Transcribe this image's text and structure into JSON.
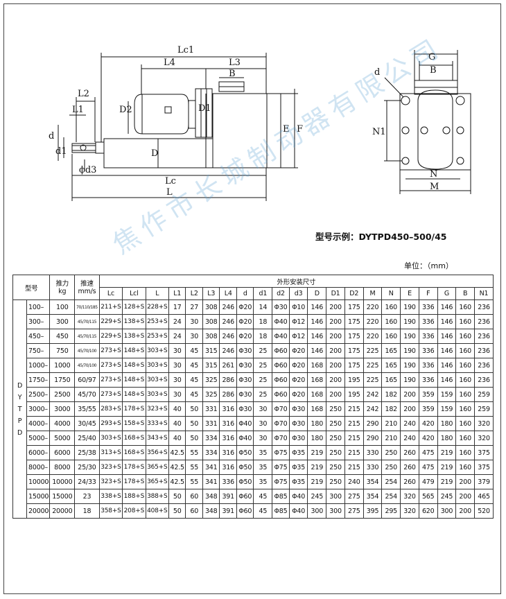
{
  "drawing_labels": {
    "lc1": "Lc1",
    "l4": "L4",
    "l3": "L3",
    "b": "B",
    "l2": "L2",
    "l1": "L1",
    "d2": "D2",
    "d1_upper": "D1",
    "d_small": "d",
    "d1_small": "d1",
    "e": "E",
    "f": "F",
    "d_upper": "D",
    "phi_d3": "ϕd3",
    "lc": "Lc",
    "l": "L",
    "g_side": "G",
    "b_side": "B",
    "d_side": "d",
    "n1_side": "N1",
    "n_side": "N",
    "m_side": "M"
  },
  "example": "型号示例：DYTPD450–500/45",
  "unit": "单位：（mm）",
  "watermark": "焦作市长城制动器有限公司",
  "table": {
    "h_model": "型号",
    "h_force": "推力kg",
    "h_speed": "推速mm/s",
    "h_group": "外形安装尺寸",
    "dims": [
      "Lc",
      "Lcl",
      "L",
      "L1",
      "L2",
      "L3",
      "L4",
      "d",
      "d1",
      "d2",
      "d3",
      "D",
      "D1",
      "D2",
      "M",
      "N",
      "E",
      "F",
      "G",
      "B",
      "N1"
    ],
    "series": "DYTPD",
    "rows": [
      {
        "model": "100–",
        "force": "100",
        "speed": "70/110/185",
        "tiny": true,
        "v": [
          "211+S",
          "128+S",
          "228+S",
          "17",
          "27",
          "308",
          "246",
          "Φ20",
          "14",
          "Φ30",
          "Φ10",
          "146",
          "200",
          "175",
          "220",
          "160",
          "190",
          "336",
          "146",
          "160",
          "236"
        ]
      },
      {
        "model": "300–",
        "force": "300",
        "speed": "45/70/115",
        "tiny": true,
        "v": [
          "229+S",
          "138+S",
          "253+S",
          "24",
          "30",
          "308",
          "246",
          "Φ20",
          "18",
          "Φ40",
          "Φ12",
          "146",
          "200",
          "175",
          "220",
          "160",
          "190",
          "336",
          "146",
          "160",
          "236"
        ]
      },
      {
        "model": "450–",
        "force": "450",
        "speed": "45/70/115",
        "tiny": true,
        "v": [
          "229+S",
          "138+S",
          "253+S",
          "24",
          "30",
          "308",
          "246",
          "Φ20",
          "18",
          "Φ40",
          "Φ12",
          "146",
          "200",
          "175",
          "220",
          "160",
          "190",
          "336",
          "146",
          "160",
          "236"
        ]
      },
      {
        "model": "750–",
        "force": "750",
        "speed": "45/70/100",
        "tiny": true,
        "v": [
          "273+S",
          "148+S",
          "303+S",
          "30",
          "45",
          "315",
          "246",
          "Φ30",
          "25",
          "Φ60",
          "Φ20",
          "146",
          "200",
          "175",
          "225",
          "165",
          "190",
          "336",
          "146",
          "160",
          "236"
        ]
      },
      {
        "model": "1000–",
        "force": "1000",
        "speed": "45/70/100",
        "tiny": true,
        "v": [
          "273+S",
          "148+S",
          "303+S",
          "30",
          "45",
          "315",
          "261",
          "Φ30",
          "25",
          "Φ60",
          "Φ20",
          "168",
          "200",
          "175",
          "225",
          "165",
          "190",
          "336",
          "146",
          "160",
          "236"
        ]
      },
      {
        "model": "1750–",
        "force": "1750",
        "speed": "60/97",
        "tiny": false,
        "v": [
          "273+S",
          "148+S",
          "303+S",
          "30",
          "45",
          "325",
          "286",
          "Φ30",
          "25",
          "Φ60",
          "Φ20",
          "168",
          "200",
          "195",
          "225",
          "165",
          "190",
          "336",
          "146",
          "160",
          "236"
        ]
      },
      {
        "model": "2500–",
        "force": "2500",
        "speed": "45/70",
        "tiny": false,
        "v": [
          "273+S",
          "148+S",
          "303+S",
          "30",
          "45",
          "325",
          "286",
          "Φ30",
          "25",
          "Φ60",
          "Φ20",
          "168",
          "200",
          "195",
          "242",
          "182",
          "200",
          "359",
          "159",
          "160",
          "259"
        ]
      },
      {
        "model": "3000–",
        "force": "3000",
        "speed": "35/55",
        "tiny": false,
        "v": [
          "283+S",
          "178+S",
          "323+S",
          "40",
          "50",
          "331",
          "316",
          "Φ30",
          "30",
          "Φ70",
          "Φ30",
          "168",
          "250",
          "215",
          "242",
          "182",
          "200",
          "359",
          "159",
          "160",
          "259"
        ]
      },
      {
        "model": "4000–",
        "force": "4000",
        "speed": "30/45",
        "tiny": false,
        "v": [
          "293+S",
          "158+S",
          "333+S",
          "40",
          "50",
          "331",
          "316",
          "Φ40",
          "30",
          "Φ70",
          "Φ30",
          "180",
          "250",
          "215",
          "290",
          "210",
          "240",
          "420",
          "180",
          "160",
          "320"
        ]
      },
      {
        "model": "5000–",
        "force": "5000",
        "speed": "25/40",
        "tiny": false,
        "v": [
          "303+S",
          "168+S",
          "343+S",
          "40",
          "50",
          "334",
          "316",
          "Φ40",
          "30",
          "Φ70",
          "Φ30",
          "180",
          "250",
          "215",
          "290",
          "210",
          "240",
          "420",
          "180",
          "160",
          "320"
        ]
      },
      {
        "model": "6000–",
        "force": "6000",
        "speed": "25/38",
        "tiny": false,
        "v": [
          "313+S",
          "168+S",
          "356+S",
          "42.5",
          "55",
          "334",
          "316",
          "Φ50",
          "35",
          "Φ75",
          "Φ35",
          "219",
          "250",
          "215",
          "330",
          "250",
          "260",
          "475",
          "219",
          "160",
          "375"
        ]
      },
      {
        "model": "8000–",
        "force": "8000",
        "speed": "25/30",
        "tiny": false,
        "v": [
          "323+S",
          "178+S",
          "365+S",
          "42.5",
          "55",
          "341",
          "316",
          "Φ50",
          "35",
          "Φ75",
          "Φ35",
          "219",
          "250",
          "215",
          "330",
          "250",
          "260",
          "475",
          "219",
          "160",
          "375"
        ]
      },
      {
        "model": "10000–",
        "force": "10000",
        "speed": "24/33",
        "tiny": false,
        "v": [
          "323+S",
          "178+S",
          "365+S",
          "42.5",
          "55",
          "341",
          "336",
          "Φ50",
          "35",
          "Φ75",
          "Φ35",
          "219",
          "250",
          "240",
          "354",
          "254",
          "260",
          "479",
          "219",
          "200",
          "379"
        ]
      },
      {
        "model": "15000–",
        "force": "15000",
        "speed": "23",
        "tiny": false,
        "v": [
          "338+S",
          "188+S",
          "388+S",
          "50",
          "60",
          "348",
          "391",
          "Φ60",
          "45",
          "Φ85",
          "Φ40",
          "245",
          "300",
          "275",
          "354",
          "254",
          "320",
          "565",
          "245",
          "200",
          "465"
        ]
      },
      {
        "model": "20000–",
        "force": "20000",
        "speed": "18",
        "tiny": false,
        "v": [
          "358+S",
          "208+S",
          "408+S",
          "50",
          "60",
          "348",
          "391",
          "Φ60",
          "45",
          "Φ85",
          "Φ40",
          "300",
          "300",
          "275",
          "395",
          "295",
          "320",
          "620",
          "300",
          "200",
          "520"
        ]
      }
    ]
  }
}
